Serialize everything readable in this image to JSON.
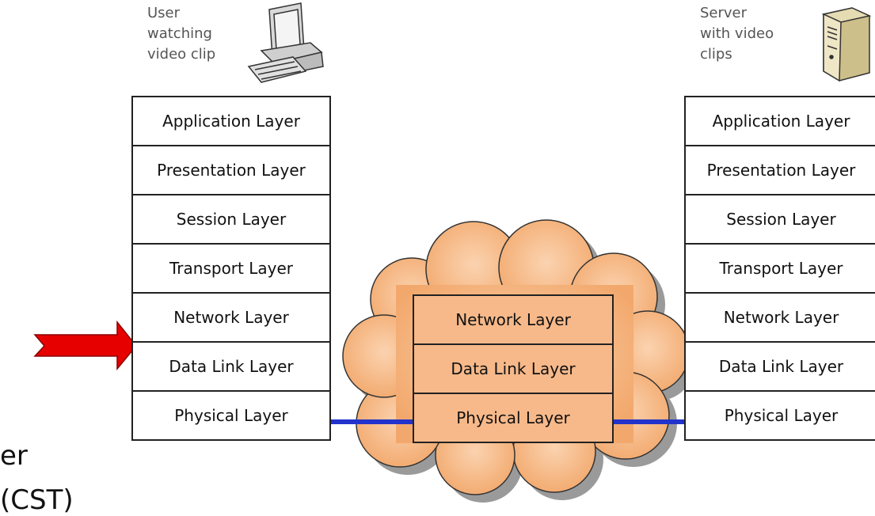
{
  "left_host": {
    "caption": "User\nwatching\nvideo clip",
    "icon": "desktop-computer-icon",
    "layers": [
      "Application Layer",
      "Presentation Layer",
      "Session Layer",
      "Transport Layer",
      "Network Layer",
      "Data Link Layer",
      "Physical Layer"
    ]
  },
  "right_host": {
    "caption": "Server\nwith video\nclips",
    "icon": "server-tower-icon",
    "layers": [
      "Application Layer",
      "Presentation Layer",
      "Session Layer",
      "Transport Layer",
      "Network Layer",
      "Data Link Layer",
      "Physical Layer"
    ]
  },
  "cloud": {
    "icon": "network-cloud-icon",
    "layers": [
      "Network Layer",
      "Data Link Layer",
      "Physical Layer"
    ]
  },
  "pointer": {
    "icon": "red-arrow-icon",
    "color": "#e60000"
  },
  "colors": {
    "cloud_fill": "#f5b27d",
    "link": "#2233cc"
  },
  "bottom_text": {
    "line1": "er",
    "line2": "(CST)"
  }
}
